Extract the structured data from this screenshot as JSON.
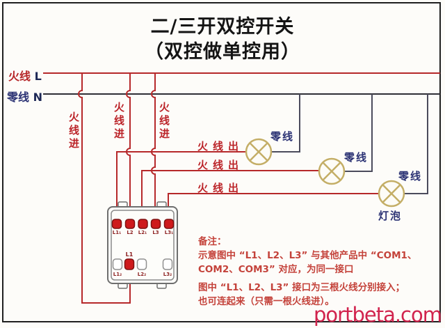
{
  "title": {
    "line1": "二/三开双控开关",
    "line2": "（双控做单控用）"
  },
  "bus": {
    "live_label": "火线",
    "live_letter": "L",
    "neutral_label": "零线",
    "neutral_letter": "N"
  },
  "wires": {
    "in_labels": [
      "火线进",
      "火线进",
      "火线进"
    ],
    "out_labels": [
      "火线出",
      "火线出",
      "火线出"
    ]
  },
  "lamps": {
    "neutral_labels": [
      "零线",
      "零线",
      "零线"
    ],
    "bulb_label": "灯泡"
  },
  "switch": {
    "top_terminals": [
      "L1₁",
      "L2",
      "L2₁",
      "L3",
      "L3₁"
    ],
    "bottom_terminals": [
      "L1₂",
      "L2₂",
      "L3₂"
    ],
    "com_label": "L1"
  },
  "notes": {
    "lines": [
      "备注：",
      "示意图中 “L1、L2、L3” 与其他产品中 “COM1、",
      "COM2、COM3” 对应，为同一接口",
      "图中 “L1、L2、L3” 接口为三根火线分别接入；",
      "也可连起来（只需一根火线进）。"
    ]
  },
  "watermark": "portbeta.com",
  "colors": {
    "wire_live": "#b6282a",
    "wire_neutral": "#2e2e36",
    "wire_neutral_drop": "#4b4b5c",
    "lamp_stroke": "#c4ae66",
    "terminal_fill": "#ce1a1c",
    "notes_text": "#c4423a",
    "watermark_text": "#d1234d"
  }
}
